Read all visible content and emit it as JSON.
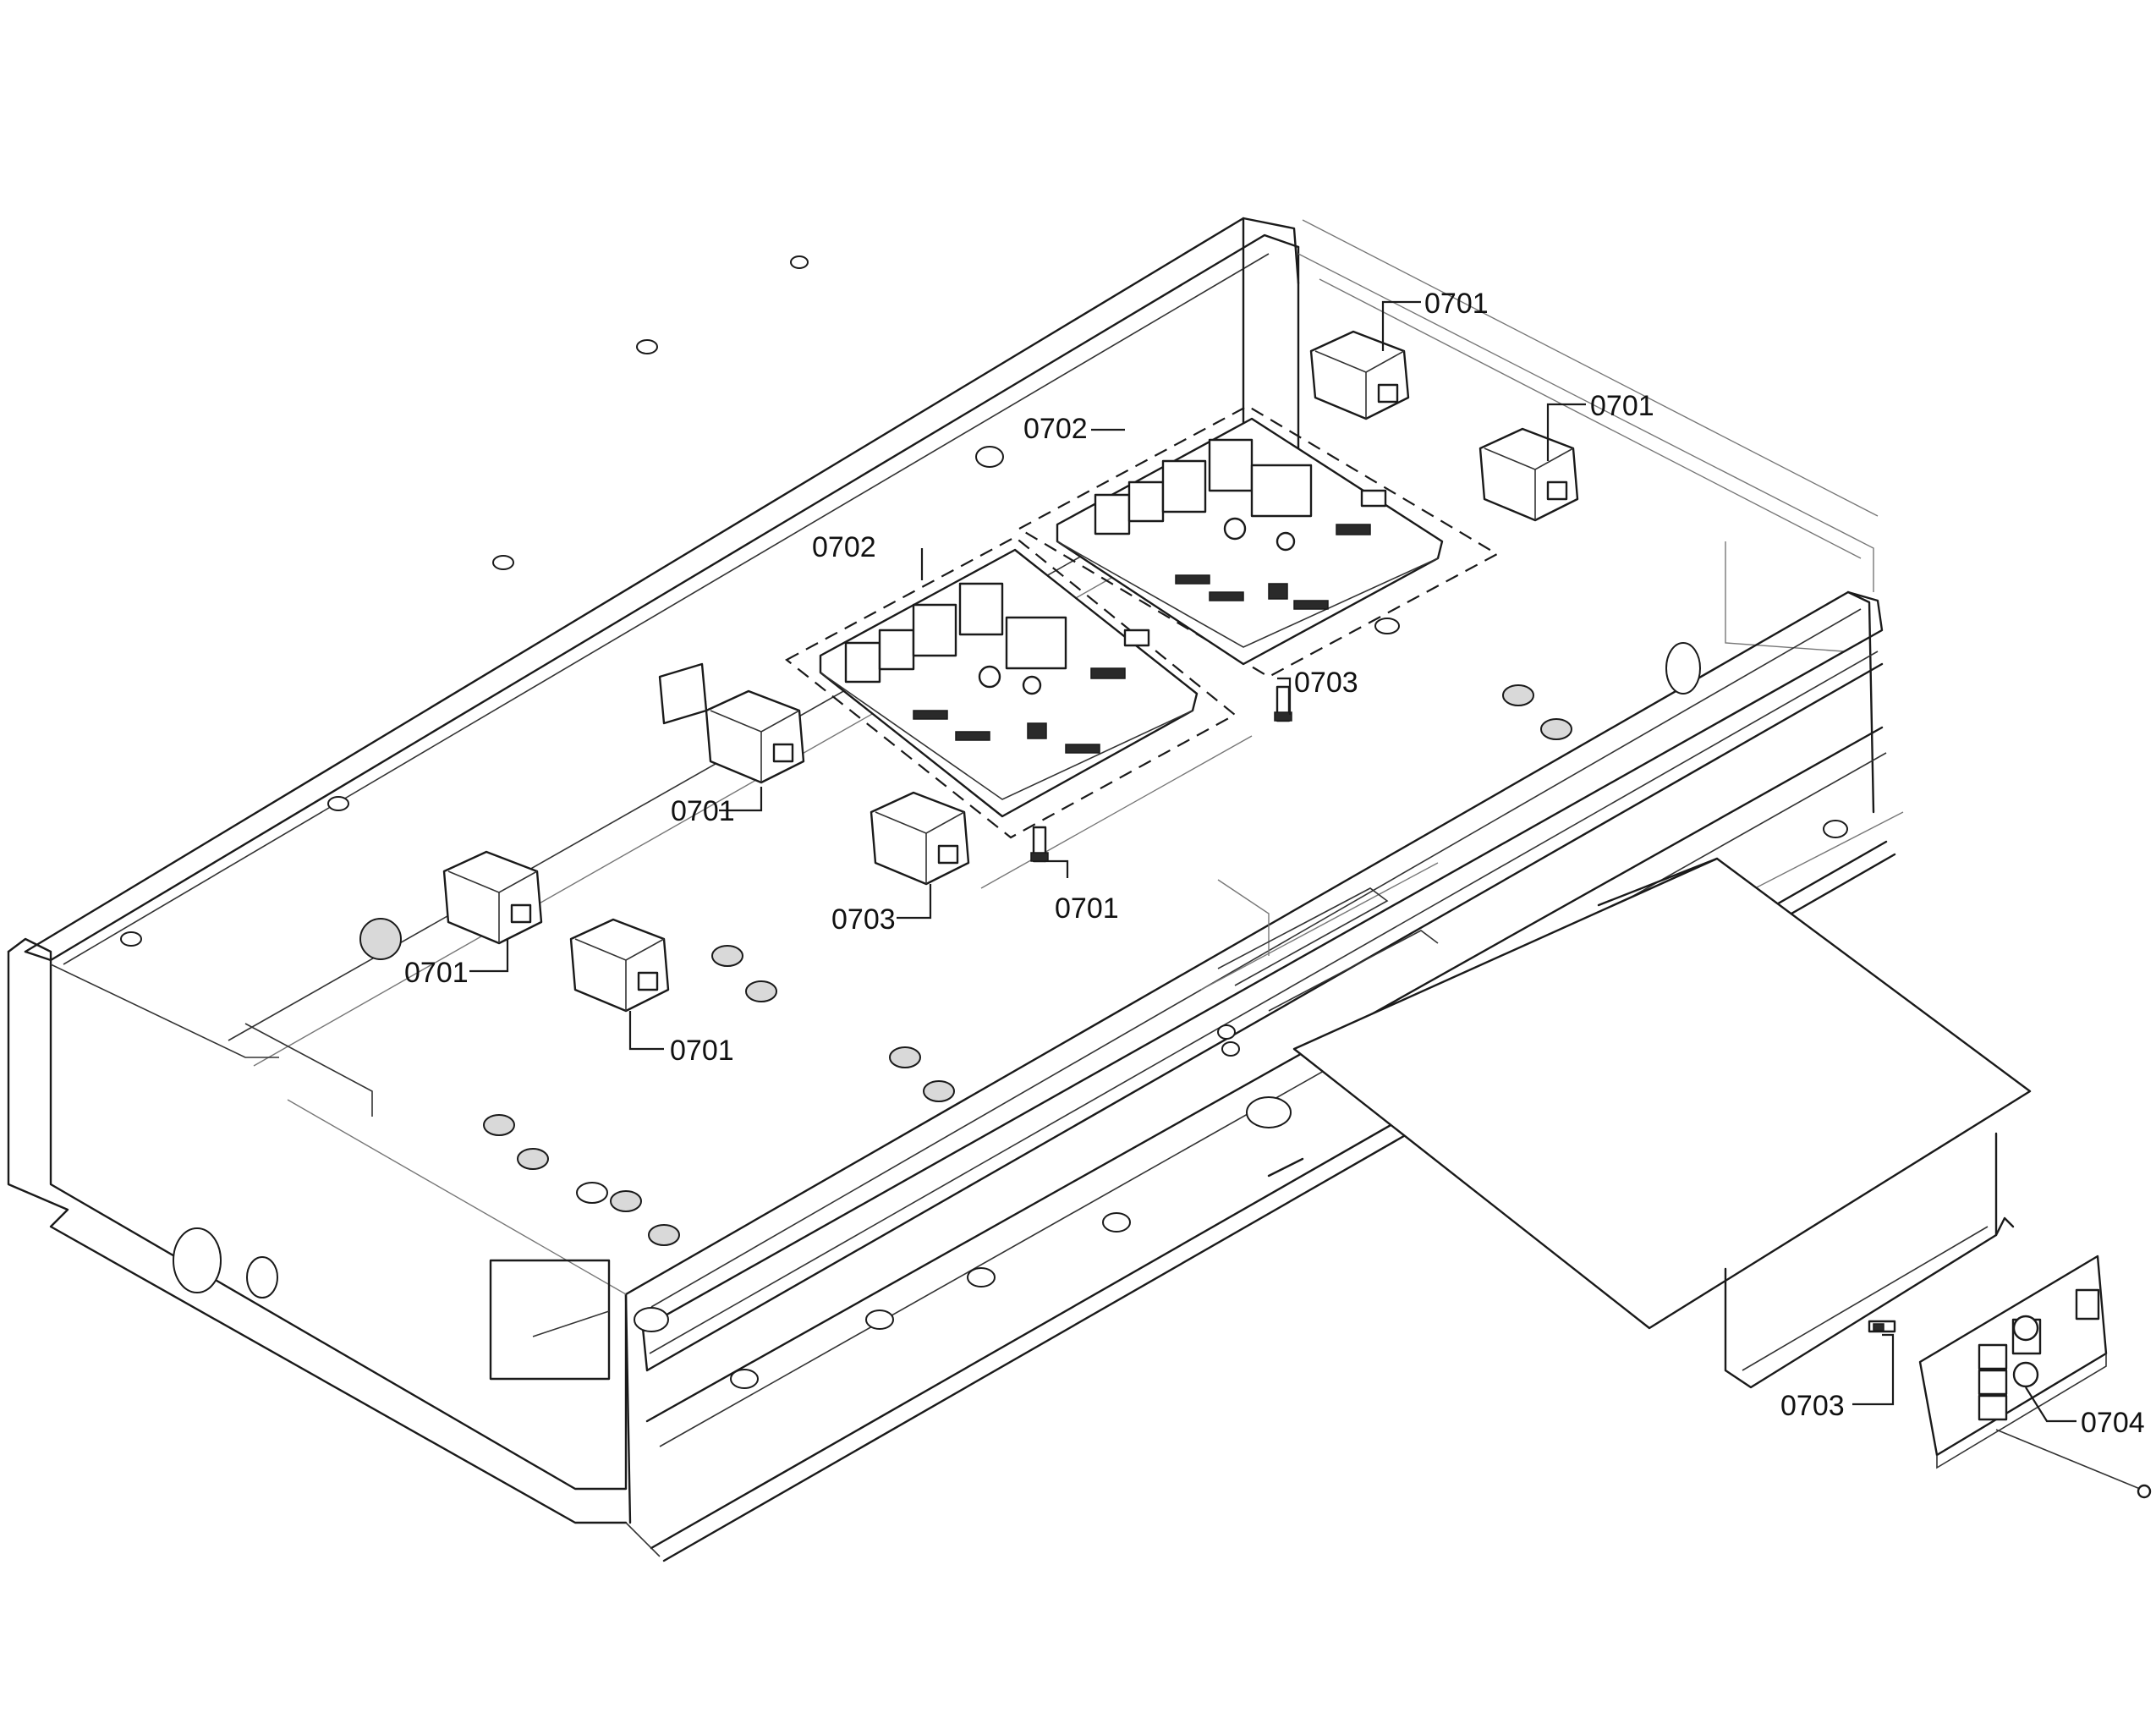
{
  "diagram": {
    "callouts": [
      {
        "id": "c1",
        "label": "0701"
      },
      {
        "id": "c2",
        "label": "0701"
      },
      {
        "id": "c3",
        "label": "0702"
      },
      {
        "id": "c4",
        "label": "0702"
      },
      {
        "id": "c5",
        "label": "0703"
      },
      {
        "id": "c6",
        "label": "0701"
      },
      {
        "id": "c7",
        "label": "0701"
      },
      {
        "id": "c8",
        "label": "0703"
      },
      {
        "id": "c9",
        "label": "0701"
      },
      {
        "id": "c10",
        "label": "0701"
      },
      {
        "id": "c11",
        "label": "0703"
      },
      {
        "id": "c12",
        "label": "0704"
      }
    ]
  }
}
